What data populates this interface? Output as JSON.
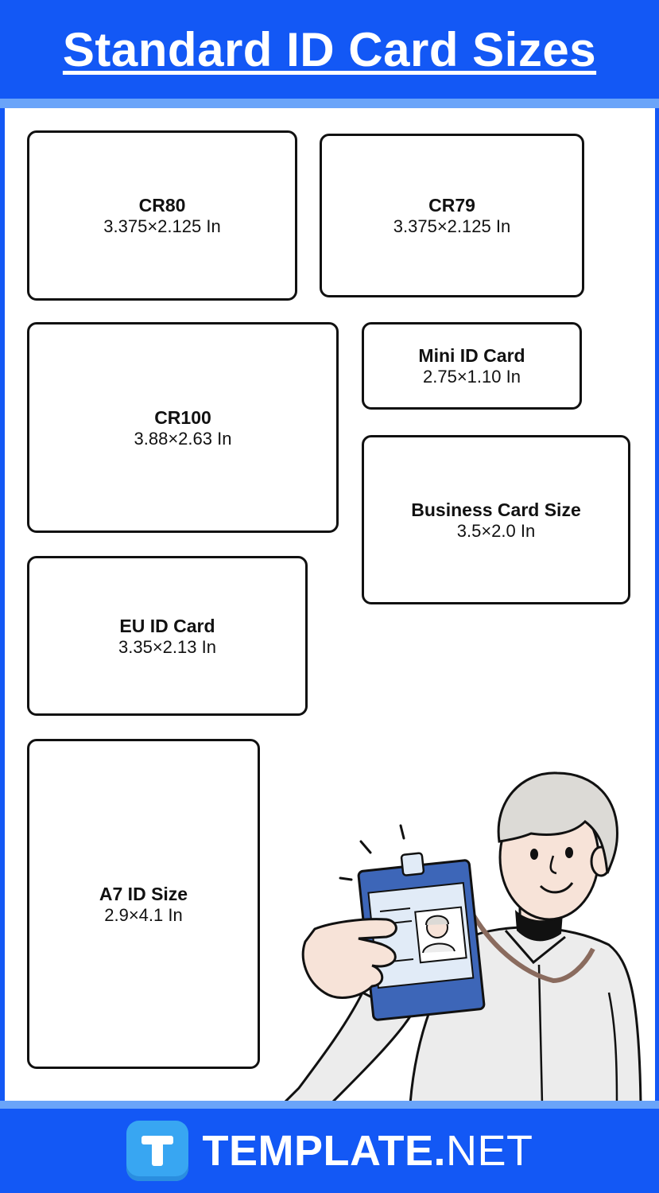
{
  "header": {
    "title": "Standard ID Card Sizes"
  },
  "cards": [
    {
      "name": "CR80",
      "size": "3.375×2.125 In"
    },
    {
      "name": "CR79",
      "size": "3.375×2.125 In"
    },
    {
      "name": "CR100",
      "size": "3.88×2.63 In"
    },
    {
      "name": "Mini ID Card",
      "size": "2.75×1.10 In"
    },
    {
      "name": "Business Card Size",
      "size": "3.5×2.0 In"
    },
    {
      "name": "EU ID Card",
      "size": "3.35×2.13 In"
    },
    {
      "name": "A7 ID Size",
      "size": "2.9×4.1 In"
    }
  ],
  "footer": {
    "brand_main": "TEMPLATE",
    "brand_dot": ".",
    "brand_tld": "NET",
    "logo_letter_icon": "t-logo-icon"
  },
  "colors": {
    "primary_blue": "#1358f5",
    "light_blue_rule": "#6aa4f9",
    "logo_blue": "#38a6f2",
    "badge_blue": "#3d66b8"
  }
}
